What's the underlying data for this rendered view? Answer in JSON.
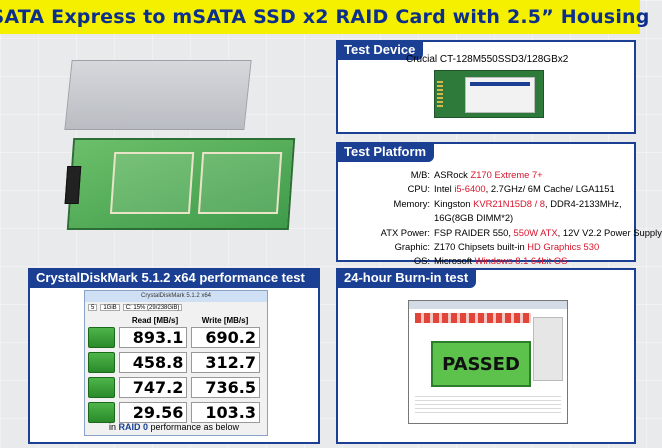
{
  "title": "SATA Express to mSATA SSD x2 RAID Card with 2.5” Housing",
  "test_device": {
    "heading": "Test Device",
    "model": "Crucial CT-128M550SSD3/128GBx2"
  },
  "test_platform": {
    "heading": "Test Platform",
    "rows": [
      {
        "key": "M/B:",
        "parts": [
          {
            "t": "ASRock ",
            "r": false
          },
          {
            "t": "Z170 Extreme 7+",
            "r": true
          }
        ]
      },
      {
        "key": "CPU:",
        "parts": [
          {
            "t": "Intel ",
            "r": false
          },
          {
            "t": "i5-6400",
            "r": true
          },
          {
            "t": ", 2.7GHz/ 6M Cache/ LGA1151",
            "r": false
          }
        ]
      },
      {
        "key": "Memory:",
        "parts": [
          {
            "t": "Kingston ",
            "r": false
          },
          {
            "t": "KVR21N15D8 / 8",
            "r": true
          },
          {
            "t": ", DDR4-2133MHz,",
            "r": false
          }
        ]
      },
      {
        "key": "",
        "parts": [
          {
            "t": "16G(8GB DIMM*2)",
            "r": false
          }
        ]
      },
      {
        "key": "ATX Power:",
        "parts": [
          {
            "t": "FSP RAIDER 550, ",
            "r": false
          },
          {
            "t": "550W ATX",
            "r": true
          },
          {
            "t": ", 12V V2.2 Power Supply",
            "r": false
          }
        ]
      },
      {
        "key": "Graphic:",
        "parts": [
          {
            "t": "Z170 Chipsets built-in ",
            "r": false
          },
          {
            "t": "HD Graphics 530",
            "r": true
          }
        ]
      },
      {
        "key": "OS:",
        "parts": [
          {
            "t": "Microsoft ",
            "r": false
          },
          {
            "t": "Windows 8.1 64bit OS",
            "r": true
          }
        ]
      }
    ]
  },
  "cdm": {
    "heading": "CrystalDiskMark 5.1.2 x64 performance test",
    "window_title": "CrystalDiskMark 5.1.2 x64",
    "toolbar": [
      "5",
      "1GiB",
      "C: 15% (29/238GiB)"
    ],
    "read_header": "Read [MB/s]",
    "write_header": "Write [MB/s]",
    "rows": [
      {
        "read": "893.1",
        "write": "690.2"
      },
      {
        "read": "458.8",
        "write": "312.7"
      },
      {
        "read": "747.2",
        "write": "736.5"
      },
      {
        "read": "29.56",
        "write": "103.3"
      }
    ],
    "footer_pre": "in ",
    "footer_em": "RAID 0",
    "footer_post": " performance as below"
  },
  "burn_in": {
    "heading": "24-hour Burn-in test",
    "result": "PASSED"
  },
  "colors": {
    "brand_blue": "#1a3f93",
    "highlight_red": "#d8142b",
    "banner_yellow": "#f4f000",
    "pass_green": "#5cc24c"
  }
}
